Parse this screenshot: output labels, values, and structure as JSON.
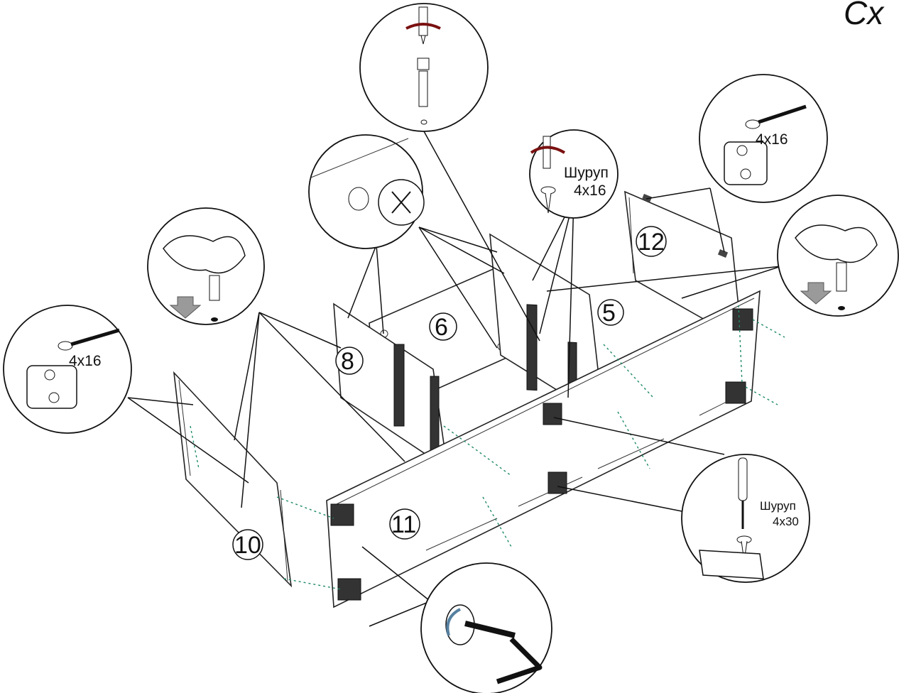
{
  "title": "Сх",
  "parts": {
    "p5": "5",
    "p6": "6",
    "p8": "8",
    "p10": "10",
    "p11": "11",
    "p12": "12"
  },
  "callouts": {
    "screw_top_left": "4x16",
    "screw_top_right": "4x16",
    "screw_center_word": "Шуруп",
    "screw_center_size": "4x16",
    "screw_bottom_word": "Шуруп",
    "screw_bottom_size": "4x30"
  },
  "icons": [
    "screwdriver-icon",
    "rotate-arrow-icon",
    "hand-icon",
    "dowel-icon",
    "push-down-arrow-icon",
    "cam-lock-icon",
    "hinge-plate-icon",
    "hex-key-icon",
    "screw-icon"
  ]
}
